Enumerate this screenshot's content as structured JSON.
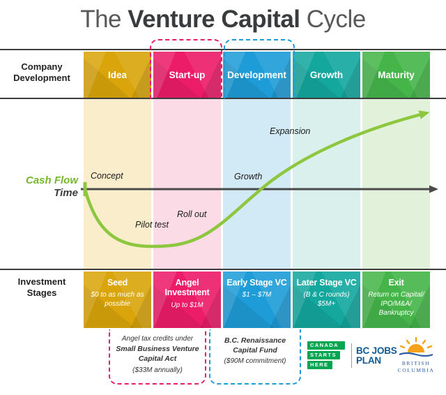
{
  "title": {
    "pre": "The",
    "bold": "Venture Capital",
    "post": "Cycle"
  },
  "left_labels": {
    "company_1": "Company",
    "company_2": "Development",
    "cash_flow": "Cash Flow",
    "time": "Time",
    "investment_1": "Investment",
    "investment_2": "Stages"
  },
  "columns": [
    {
      "label": "Idea",
      "color": "#D9A50B",
      "tint": "#F9EDCB"
    },
    {
      "label": "Start-up",
      "color": "#EC1C68",
      "tint": "#FADBE6"
    },
    {
      "label": "Development",
      "color": "#1E9CD7",
      "tint": "#D2E9F6"
    },
    {
      "label": "Growth",
      "color": "#13A79E",
      "tint": "#DAF0EC"
    },
    {
      "label": "Maturity",
      "color": "#45B549",
      "tint": "#E2F2DA"
    }
  ],
  "curve_labels": {
    "concept": "Concept",
    "pilot_test": "Pilot test",
    "roll_out": "Roll out",
    "growth": "Growth",
    "expansion": "Expansion"
  },
  "stages": [
    {
      "title": "Seed",
      "subtitle": "$0 to as much as possible"
    },
    {
      "title": "Angel Investment",
      "subtitle": "Up to $1M"
    },
    {
      "title": "Early Stage VC",
      "subtitle": "$1 – $7M"
    },
    {
      "title": "Later Stage VC",
      "subtitle": "(B & C rounds) $5M+"
    },
    {
      "title": "Exit",
      "subtitle": "Return on Capital/ IPO/M&A/ Bankruptcy"
    }
  ],
  "notes": {
    "angel": {
      "pre": "Angel tax credits under",
      "bold": "Small Business Venture Capital Act",
      "post": "($33M annually)"
    },
    "renaissance": {
      "bold": "B.C. Renaissance Capital Fund",
      "post": "($90M commitment)"
    }
  },
  "logos": {
    "canada_line1": "CANADA",
    "canada_line2": "STARTS",
    "canada_line3": "HERE",
    "bcjobs_line1": "BC JOBS",
    "bcjobs_line2": "PLAN",
    "bc_line1": "BRITISH",
    "bc_line2": "COLUMBIA"
  },
  "colors": {
    "curve": "#8DC63F",
    "axis": "#4A4A4A",
    "cash_flow_green": "#76B82B",
    "canada_green": "#00A651",
    "bcjobs_blue": "#0E5A94",
    "bc_sun_orange": "#F8A11B",
    "bc_text_blue": "#2A5CA8"
  }
}
